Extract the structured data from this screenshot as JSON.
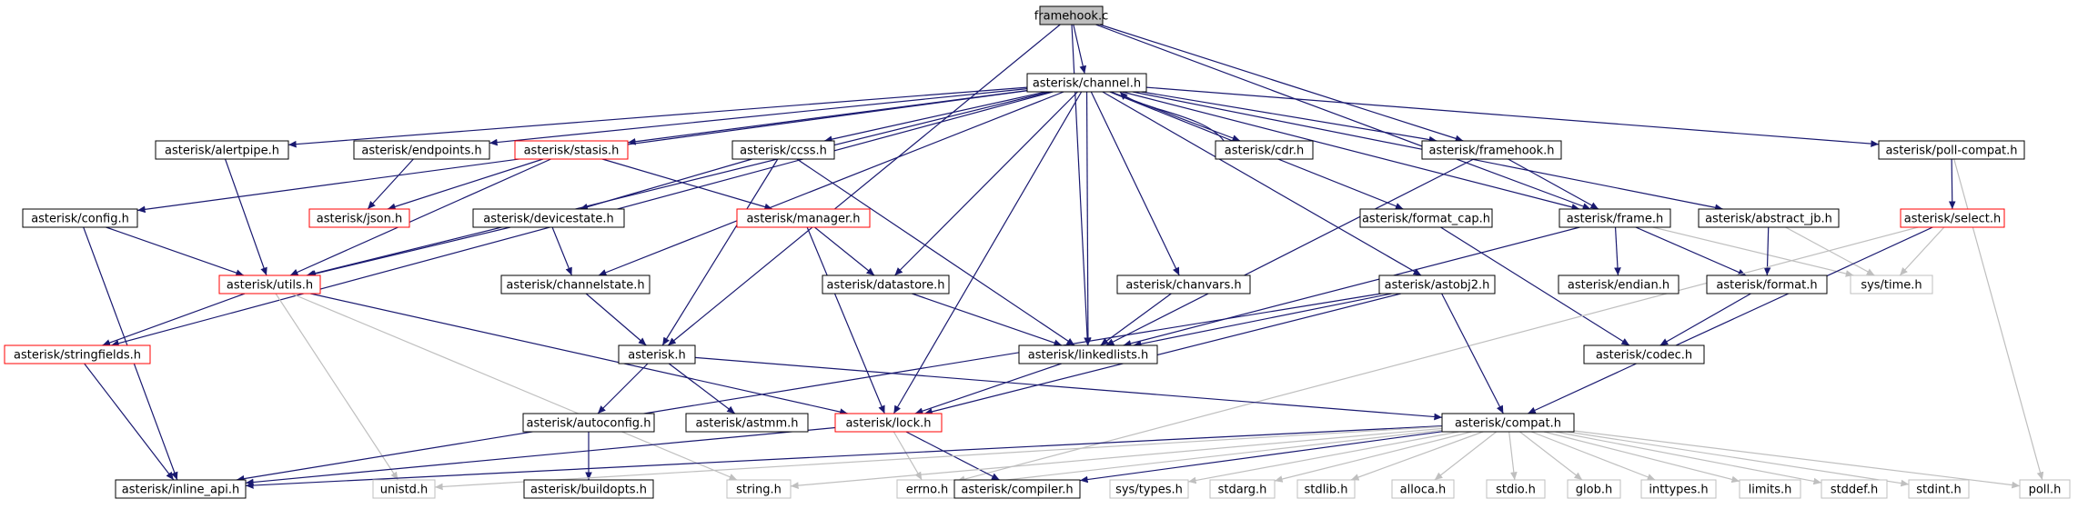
{
  "graph": {
    "root": "framehook.c",
    "colors": {
      "edge": "#191970",
      "edge_system": "#bfbfbf",
      "border": "#000000",
      "border_truncated": "#ff0000",
      "border_system": "#bfbfbf",
      "root_fill": "#bfbfbf"
    },
    "nodes": [
      {
        "id": "framehook_c",
        "label": "framehook.c",
        "kind": "root"
      },
      {
        "id": "channel",
        "label": "asterisk/channel.h",
        "kind": "normal"
      },
      {
        "id": "alertpipe",
        "label": "asterisk/alertpipe.h",
        "kind": "normal"
      },
      {
        "id": "endpoints",
        "label": "asterisk/endpoints.h",
        "kind": "normal"
      },
      {
        "id": "stasis",
        "label": "asterisk/stasis.h",
        "kind": "truncated"
      },
      {
        "id": "ccss",
        "label": "asterisk/ccss.h",
        "kind": "normal"
      },
      {
        "id": "cdr",
        "label": "asterisk/cdr.h",
        "kind": "normal"
      },
      {
        "id": "framehook_h",
        "label": "asterisk/framehook.h",
        "kind": "normal"
      },
      {
        "id": "pollcompat",
        "label": "asterisk/poll-compat.h",
        "kind": "normal"
      },
      {
        "id": "config",
        "label": "asterisk/config.h",
        "kind": "normal"
      },
      {
        "id": "json",
        "label": "asterisk/json.h",
        "kind": "truncated"
      },
      {
        "id": "devicestate",
        "label": "asterisk/devicestate.h",
        "kind": "normal"
      },
      {
        "id": "manager",
        "label": "asterisk/manager.h",
        "kind": "truncated"
      },
      {
        "id": "formatcap",
        "label": "asterisk/format_cap.h",
        "kind": "normal"
      },
      {
        "id": "frame",
        "label": "asterisk/frame.h",
        "kind": "normal"
      },
      {
        "id": "abstractjb",
        "label": "asterisk/abstract_jb.h",
        "kind": "normal"
      },
      {
        "id": "select",
        "label": "asterisk/select.h",
        "kind": "truncated"
      },
      {
        "id": "utils",
        "label": "asterisk/utils.h",
        "kind": "truncated"
      },
      {
        "id": "channelstate",
        "label": "asterisk/channelstate.h",
        "kind": "normal"
      },
      {
        "id": "datastore",
        "label": "asterisk/datastore.h",
        "kind": "normal"
      },
      {
        "id": "chanvars",
        "label": "asterisk/chanvars.h",
        "kind": "normal"
      },
      {
        "id": "astobj2",
        "label": "asterisk/astobj2.h",
        "kind": "normal"
      },
      {
        "id": "endian",
        "label": "asterisk/endian.h",
        "kind": "normal"
      },
      {
        "id": "format",
        "label": "asterisk/format.h",
        "kind": "normal"
      },
      {
        "id": "systime",
        "label": "sys/time.h",
        "kind": "system"
      },
      {
        "id": "stringfields",
        "label": "asterisk/stringfields.h",
        "kind": "truncated"
      },
      {
        "id": "asterisk",
        "label": "asterisk.h",
        "kind": "normal"
      },
      {
        "id": "linkedlists",
        "label": "asterisk/linkedlists.h",
        "kind": "normal"
      },
      {
        "id": "codec",
        "label": "asterisk/codec.h",
        "kind": "normal"
      },
      {
        "id": "autoconfig",
        "label": "asterisk/autoconfig.h",
        "kind": "normal"
      },
      {
        "id": "astmm",
        "label": "asterisk/astmm.h",
        "kind": "normal"
      },
      {
        "id": "lock",
        "label": "asterisk/lock.h",
        "kind": "truncated"
      },
      {
        "id": "compat",
        "label": "asterisk/compat.h",
        "kind": "normal"
      },
      {
        "id": "inlineapi",
        "label": "asterisk/inline_api.h",
        "kind": "normal"
      },
      {
        "id": "unistd",
        "label": "unistd.h",
        "kind": "system"
      },
      {
        "id": "buildopts",
        "label": "asterisk/buildopts.h",
        "kind": "normal"
      },
      {
        "id": "string",
        "label": "string.h",
        "kind": "system"
      },
      {
        "id": "errno",
        "label": "errno.h",
        "kind": "system"
      },
      {
        "id": "compiler",
        "label": "asterisk/compiler.h",
        "kind": "normal"
      },
      {
        "id": "systypes",
        "label": "sys/types.h",
        "kind": "system"
      },
      {
        "id": "stdarg",
        "label": "stdarg.h",
        "kind": "system"
      },
      {
        "id": "stdlib",
        "label": "stdlib.h",
        "kind": "system"
      },
      {
        "id": "alloca",
        "label": "alloca.h",
        "kind": "system"
      },
      {
        "id": "stdio",
        "label": "stdio.h",
        "kind": "system"
      },
      {
        "id": "glob",
        "label": "glob.h",
        "kind": "system"
      },
      {
        "id": "inttypes",
        "label": "inttypes.h",
        "kind": "system"
      },
      {
        "id": "limits",
        "label": "limits.h",
        "kind": "system"
      },
      {
        "id": "stddef",
        "label": "stddef.h",
        "kind": "system"
      },
      {
        "id": "stdint",
        "label": "stdint.h",
        "kind": "system"
      },
      {
        "id": "poll",
        "label": "poll.h",
        "kind": "system"
      }
    ],
    "edges": [
      [
        "framehook_c",
        "channel"
      ],
      [
        "framehook_c",
        "linkedlists"
      ],
      [
        "framehook_c",
        "framehook_h"
      ],
      [
        "framehook_c",
        "frame"
      ],
      [
        "framehook_c",
        "asterisk"
      ],
      [
        "channel",
        "alertpipe"
      ],
      [
        "channel",
        "endpoints"
      ],
      [
        "channel",
        "stasis"
      ],
      [
        "channel",
        "ccss"
      ],
      [
        "channel",
        "cdr"
      ],
      [
        "channel",
        "framehook_h"
      ],
      [
        "channel",
        "pollcompat"
      ],
      [
        "channel",
        "config"
      ],
      [
        "channel",
        "formatcap"
      ],
      [
        "channel",
        "frame"
      ],
      [
        "channel",
        "abstractjb"
      ],
      [
        "channel",
        "utils"
      ],
      [
        "channel",
        "channelstate"
      ],
      [
        "channel",
        "datastore"
      ],
      [
        "channel",
        "chanvars"
      ],
      [
        "channel",
        "astobj2"
      ],
      [
        "channel",
        "stringfields"
      ],
      [
        "channel",
        "linkedlists"
      ],
      [
        "channel",
        "lock"
      ],
      [
        "cdr",
        "channel"
      ],
      [
        "alertpipe",
        "utils"
      ],
      [
        "endpoints",
        "json"
      ],
      [
        "stasis",
        "json"
      ],
      [
        "stasis",
        "manager"
      ],
      [
        "stasis",
        "utils"
      ],
      [
        "ccss",
        "devicestate"
      ],
      [
        "ccss",
        "asterisk"
      ],
      [
        "ccss",
        "linkedlists"
      ],
      [
        "framehook_h",
        "frame"
      ],
      [
        "framehook_h",
        "linkedlists"
      ],
      [
        "pollcompat",
        "select"
      ],
      [
        "pollcompat",
        "poll"
      ],
      [
        "config",
        "utils"
      ],
      [
        "config",
        "inlineapi"
      ],
      [
        "devicestate",
        "channelstate"
      ],
      [
        "devicestate",
        "utils"
      ],
      [
        "manager",
        "datastore"
      ],
      [
        "manager",
        "lock"
      ],
      [
        "formatcap",
        "codec"
      ],
      [
        "frame",
        "endian"
      ],
      [
        "frame",
        "format"
      ],
      [
        "frame",
        "systime"
      ],
      [
        "frame",
        "linkedlists"
      ],
      [
        "abstractjb",
        "format"
      ],
      [
        "abstractjb",
        "systime"
      ],
      [
        "select",
        "systime"
      ],
      [
        "select",
        "compat"
      ],
      [
        "select",
        "errno"
      ],
      [
        "utils",
        "stringfields"
      ],
      [
        "utils",
        "lock"
      ],
      [
        "utils",
        "unistd"
      ],
      [
        "utils",
        "string"
      ],
      [
        "channelstate",
        "asterisk"
      ],
      [
        "datastore",
        "linkedlists"
      ],
      [
        "chanvars",
        "linkedlists"
      ],
      [
        "astobj2",
        "linkedlists"
      ],
      [
        "astobj2",
        "lock"
      ],
      [
        "astobj2",
        "compat"
      ],
      [
        "astobj2",
        "inlineapi"
      ],
      [
        "format",
        "codec"
      ],
      [
        "stringfields",
        "inlineapi"
      ],
      [
        "asterisk",
        "compat"
      ],
      [
        "asterisk",
        "autoconfig"
      ],
      [
        "asterisk",
        "astmm"
      ],
      [
        "linkedlists",
        "lock"
      ],
      [
        "autoconfig",
        "buildopts"
      ],
      [
        "lock",
        "inlineapi"
      ],
      [
        "lock",
        "errno"
      ],
      [
        "lock",
        "compiler"
      ],
      [
        "compat",
        "inlineapi"
      ],
      [
        "compat",
        "unistd"
      ],
      [
        "compat",
        "string"
      ],
      [
        "compat",
        "errno"
      ],
      [
        "compat",
        "compiler"
      ],
      [
        "compat",
        "systypes"
      ],
      [
        "compat",
        "stdarg"
      ],
      [
        "compat",
        "stdlib"
      ],
      [
        "compat",
        "alloca"
      ],
      [
        "compat",
        "stdio"
      ],
      [
        "compat",
        "glob"
      ],
      [
        "compat",
        "inttypes"
      ],
      [
        "compat",
        "limits"
      ],
      [
        "compat",
        "stddef"
      ],
      [
        "compat",
        "stdint"
      ],
      [
        "compat",
        "poll"
      ]
    ]
  }
}
